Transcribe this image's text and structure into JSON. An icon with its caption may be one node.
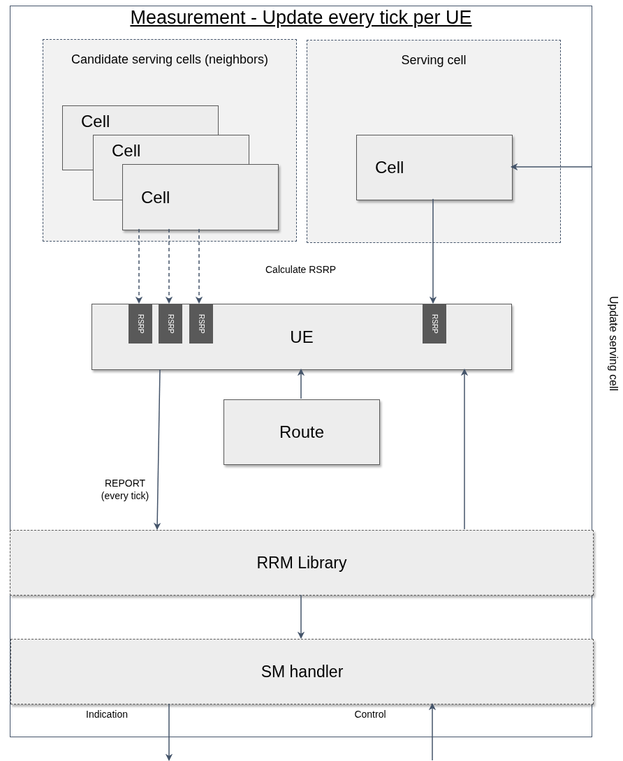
{
  "diagram": {
    "nodes": [
      {
        "text": [
          "Measurement - Update every tick per UE"
        ]
      },
      {
        "text": [
          "Candidate serving cells (neighbors)"
        ],
        "in": 0
      },
      {
        "text": [
          "Cell"
        ],
        "in": 1
      },
      {
        "text": [
          "Cell"
        ],
        "in": 1
      },
      {
        "text": [
          "Cell"
        ],
        "in": 1
      },
      {
        "text": [
          "Serving cell"
        ],
        "in": 0
      },
      {
        "text": [
          "Cell"
        ],
        "in": 5
      },
      {
        "text": [
          "UE"
        ],
        "in": 0
      },
      {
        "text": [
          "RSRP"
        ],
        "in": 7
      },
      {
        "text": [
          "RSRP"
        ],
        "in": 7
      },
      {
        "text": [
          "RSRP"
        ],
        "in": 7
      },
      {
        "text": [
          "RSRP"
        ],
        "in": 7
      },
      {
        "text": [
          "Route"
        ],
        "in": 0
      },
      {
        "text": [
          "RRM Library"
        ],
        "in": 0
      },
      {
        "text": [
          "SM handler"
        ],
        "in": 0
      }
    ],
    "edges": [
      {
        "from": 4,
        "to": 8,
        "arrow": "to",
        "style": "dashed"
      },
      {
        "from": 4,
        "to": 9,
        "arrow": "to",
        "style": "dashed"
      },
      {
        "from": 4,
        "to": 10,
        "arrow": "to",
        "style": "dashed"
      },
      {
        "from": 6,
        "to": 11,
        "arrow": "to"
      },
      {
        "from": null,
        "to": 6,
        "arrow": "to"
      },
      {
        "from": 12,
        "to": 7,
        "arrow": "to"
      },
      {
        "from": 7,
        "to": 13,
        "arrow": "to",
        "label": "REPORT (every tick)"
      },
      {
        "from": 13,
        "to": 7,
        "arrow": "to"
      },
      {
        "from": 13,
        "to": 14,
        "arrow": "to"
      },
      {
        "from": 14,
        "to": null,
        "arrow": "to",
        "label": "Indication"
      },
      {
        "from": null,
        "to": 14,
        "arrow": "to",
        "label": "Control"
      }
    ],
    "labels": [
      "Calculate RSRP",
      "Update serving cell"
    ]
  }
}
